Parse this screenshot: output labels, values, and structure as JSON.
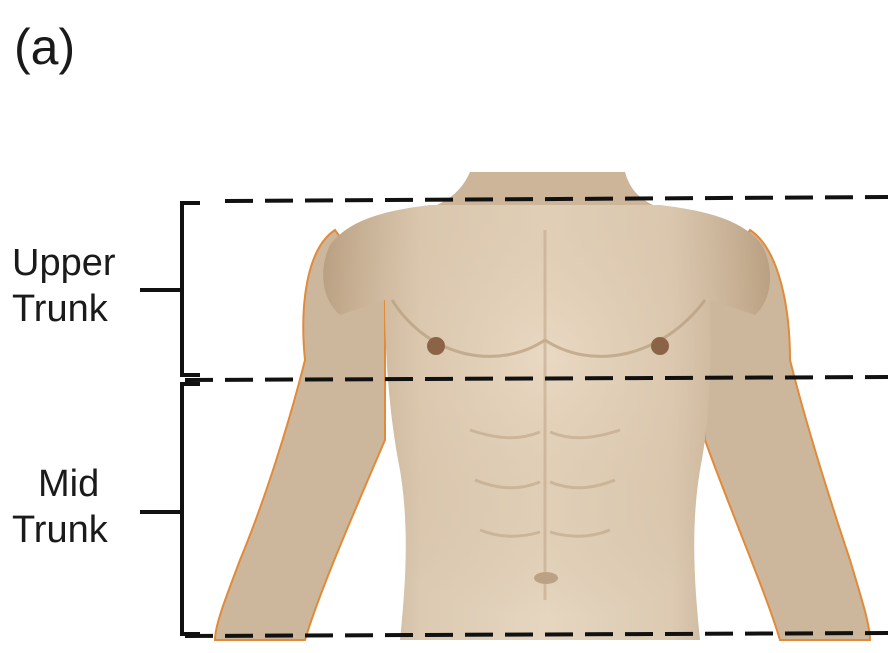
{
  "panel_label": "(a)",
  "regions": [
    {
      "line1": "Upper",
      "line2": "Trunk"
    },
    {
      "line1": "Mid",
      "line2": "Trunk"
    }
  ],
  "colors": {
    "skin_light": "#e7d8c2",
    "skin_mid": "#cdb79c",
    "skin_shadow": "#a88f72",
    "rim_orange": "#e08a3a",
    "line": "#111111"
  }
}
